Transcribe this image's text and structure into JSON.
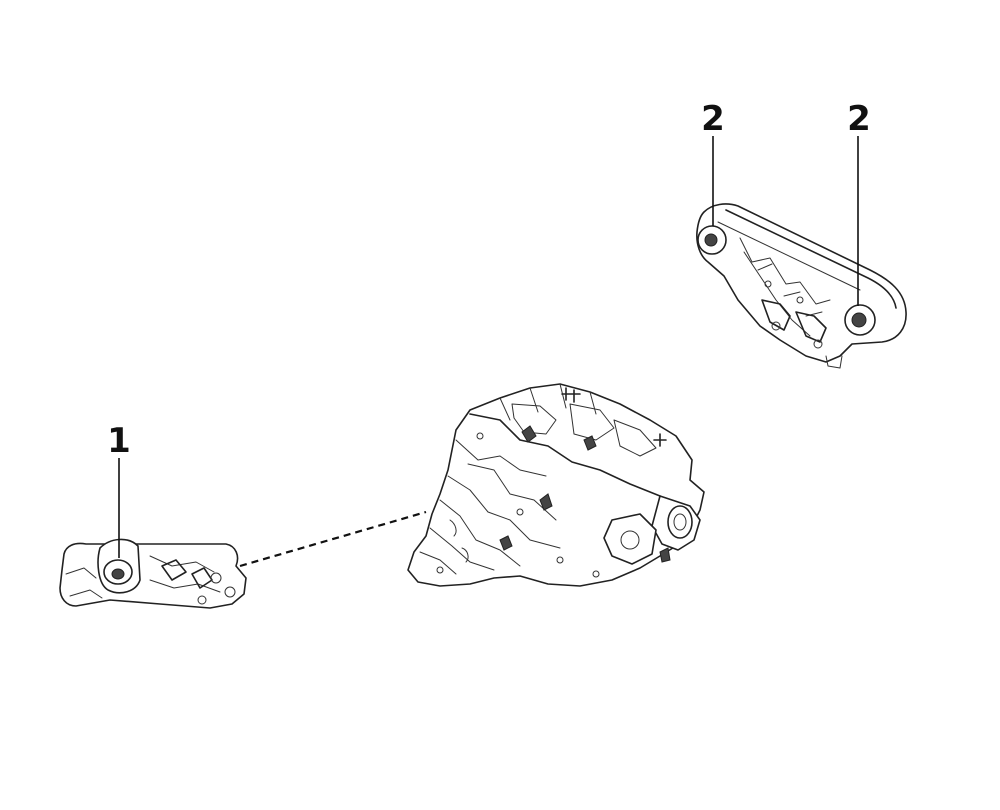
{
  "callouts": {
    "front_mount": "1",
    "rear_mount_left": "2",
    "rear_mount_right": "2"
  }
}
